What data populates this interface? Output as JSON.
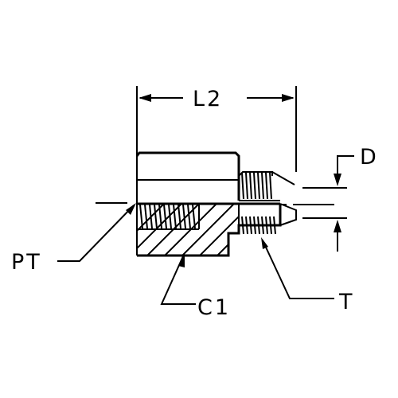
{
  "diagram": {
    "labels": {
      "length": "L2",
      "diameter": "D",
      "port_thread": "PT",
      "hex_size": "C1",
      "tube_thread": "T"
    },
    "colors": {
      "ink": "#000000",
      "background": "#ffffff"
    }
  }
}
